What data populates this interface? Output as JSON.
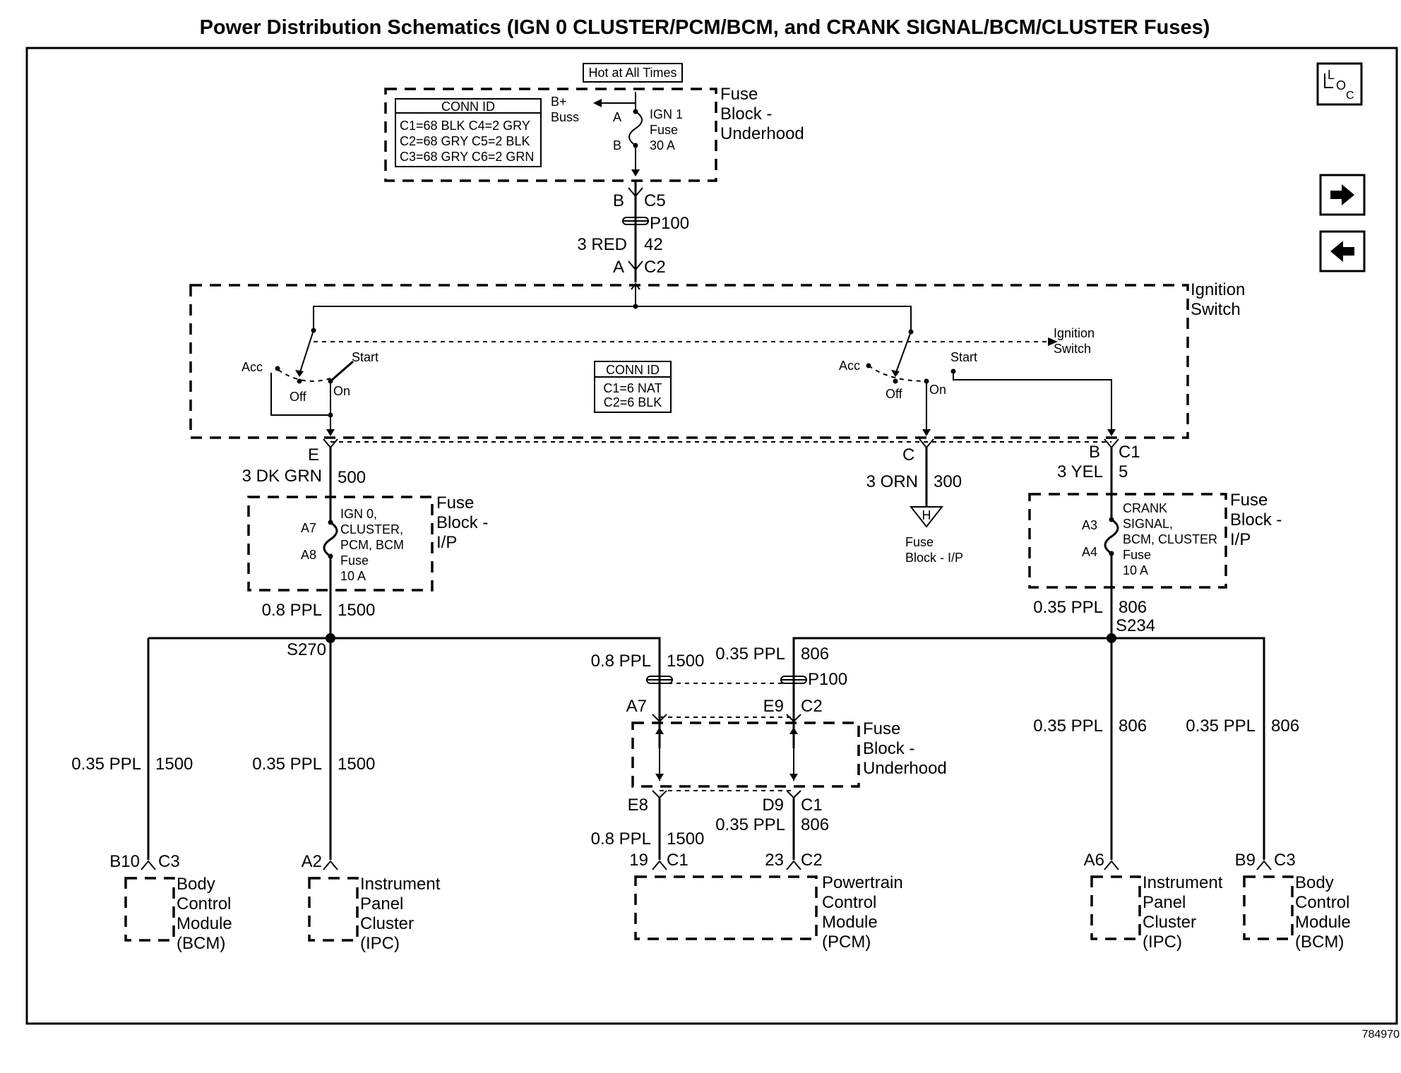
{
  "title": "Power Distribution Schematics (IGN 0 CLUSTER/PCM/BCM, and CRANK SIGNAL/BCM/CLUSTER Fuses)",
  "figure_id": "784970",
  "nav": {
    "loc_l": "L",
    "loc_o": "O",
    "loc_c": "C",
    "next_icon": "arrow-right-icon",
    "prev_icon": "arrow-left-icon"
  },
  "top": {
    "hot_label": "Hot at All Times",
    "fuse_block_underhood": [
      "Fuse",
      "Block -",
      "Underhood"
    ],
    "conn_id": {
      "header": "CONN ID",
      "rows": [
        "C1=68 BLK  C4=2 GRY",
        "C2=68 GRY C5=2 BLK",
        "C3=68 GRY C6=2 GRN"
      ]
    },
    "bplus": [
      "B+",
      "Buss"
    ],
    "pin_a": "A",
    "pin_b": "B",
    "ign1_fuse": [
      "IGN 1",
      "Fuse",
      "30 A"
    ],
    "c5_pin": "B",
    "c5": "C5",
    "p100": "P100",
    "wire_color": "3 RED",
    "wire_circuit": "42",
    "c2_pin": "A",
    "c2": "C2"
  },
  "ignition": {
    "label": [
      "Ignition",
      "Switch"
    ],
    "conn_id": {
      "header": "CONN ID",
      "rows": [
        "C1=6 NAT",
        "C2=6 BLK"
      ]
    },
    "left": {
      "acc": "Acc",
      "off": "Off",
      "start": "Start",
      "on": "On"
    },
    "right": {
      "acc": "Acc",
      "off": "Off",
      "on": "On",
      "start": "Start"
    },
    "link_label": [
      "Ignition",
      "Switch"
    ]
  },
  "left_branch": {
    "pin": "E",
    "wire_color": "3 DK GRN",
    "wire_circuit": "500",
    "fuse_pins": [
      "A7",
      "A8"
    ],
    "fuse_name": [
      "IGN 0,",
      "CLUSTER,",
      "PCM, BCM",
      "Fuse",
      "10 A"
    ],
    "fuse_block": [
      "Fuse",
      "Block -",
      "I/P"
    ],
    "out_color": "0.8 PPL",
    "out_circuit": "1500",
    "splice": "S270"
  },
  "middle_branch": {
    "pin": "C",
    "wire_color": "3 ORN",
    "wire_circuit": "300",
    "connector": "H",
    "dest": [
      "Fuse",
      "Block - I/P"
    ]
  },
  "right_branch": {
    "pin": "B",
    "conn": "C1",
    "wire_color": "3 YEL",
    "wire_circuit": "5",
    "fuse_pins": [
      "A3",
      "A4"
    ],
    "fuse_name": [
      "CRANK",
      "SIGNAL,",
      "BCM, CLUSTER",
      "Fuse",
      "10 A"
    ],
    "fuse_block": [
      "Fuse",
      "Block -",
      "I/P"
    ],
    "out_color": "0.35 PPL",
    "out_circuit": "806",
    "splice": "S234"
  },
  "pcm_path": {
    "left_color": "0.8 PPL",
    "left_circuit": "1500",
    "right_color": "0.35 PPL",
    "right_circuit": "806",
    "p100": "P100",
    "pin_a7": "A7",
    "pin_e9": "E9",
    "c2_top": "C2",
    "fuse_block": [
      "Fuse",
      "Block -",
      "Underhood"
    ],
    "pin_e8": "E8",
    "pin_d9": "D9",
    "c1_bot": "C1",
    "lower_right_color": "0.35 PPL",
    "lower_right_circuit": "806",
    "lower_left_color": "0.8 PPL",
    "lower_left_circuit": "1500",
    "pcm_pin_19": "19",
    "pcm_c1": "C1",
    "pcm_pin_23": "23",
    "pcm_c2": "C2",
    "module": [
      "Powertrain",
      "Control",
      "Module",
      "(PCM)"
    ]
  },
  "drops": {
    "bcm_left": {
      "color": "0.35 PPL",
      "circuit": "1500",
      "pin": "B10",
      "conn": "C3",
      "module": [
        "Body",
        "Control",
        "Module",
        "(BCM)"
      ]
    },
    "ipc_left": {
      "color": "0.35 PPL",
      "circuit": "1500",
      "pin": "A2",
      "module": [
        "Instrument",
        "Panel",
        "Cluster",
        "(IPC)"
      ]
    },
    "ipc_right": {
      "color": "0.35 PPL",
      "circuit": "806",
      "pin": "A6",
      "module": [
        "Instrument",
        "Panel",
        "Cluster",
        "(IPC)"
      ]
    },
    "bcm_right": {
      "color": "0.35 PPL",
      "circuit": "806",
      "pin": "B9",
      "conn": "C3",
      "module": [
        "Body",
        "Control",
        "Module",
        "(BCM)"
      ]
    }
  }
}
